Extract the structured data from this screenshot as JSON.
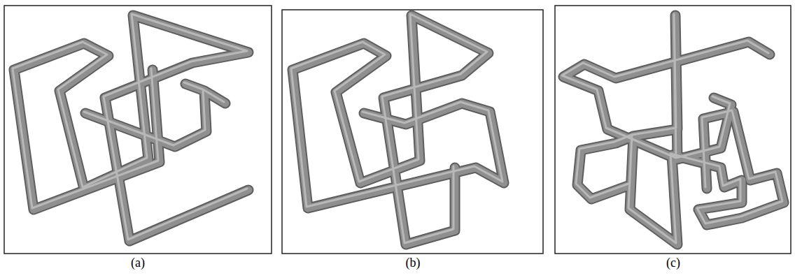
{
  "diagram": {
    "labels": [
      "(a)",
      "(b)",
      "(c)"
    ]
  }
}
